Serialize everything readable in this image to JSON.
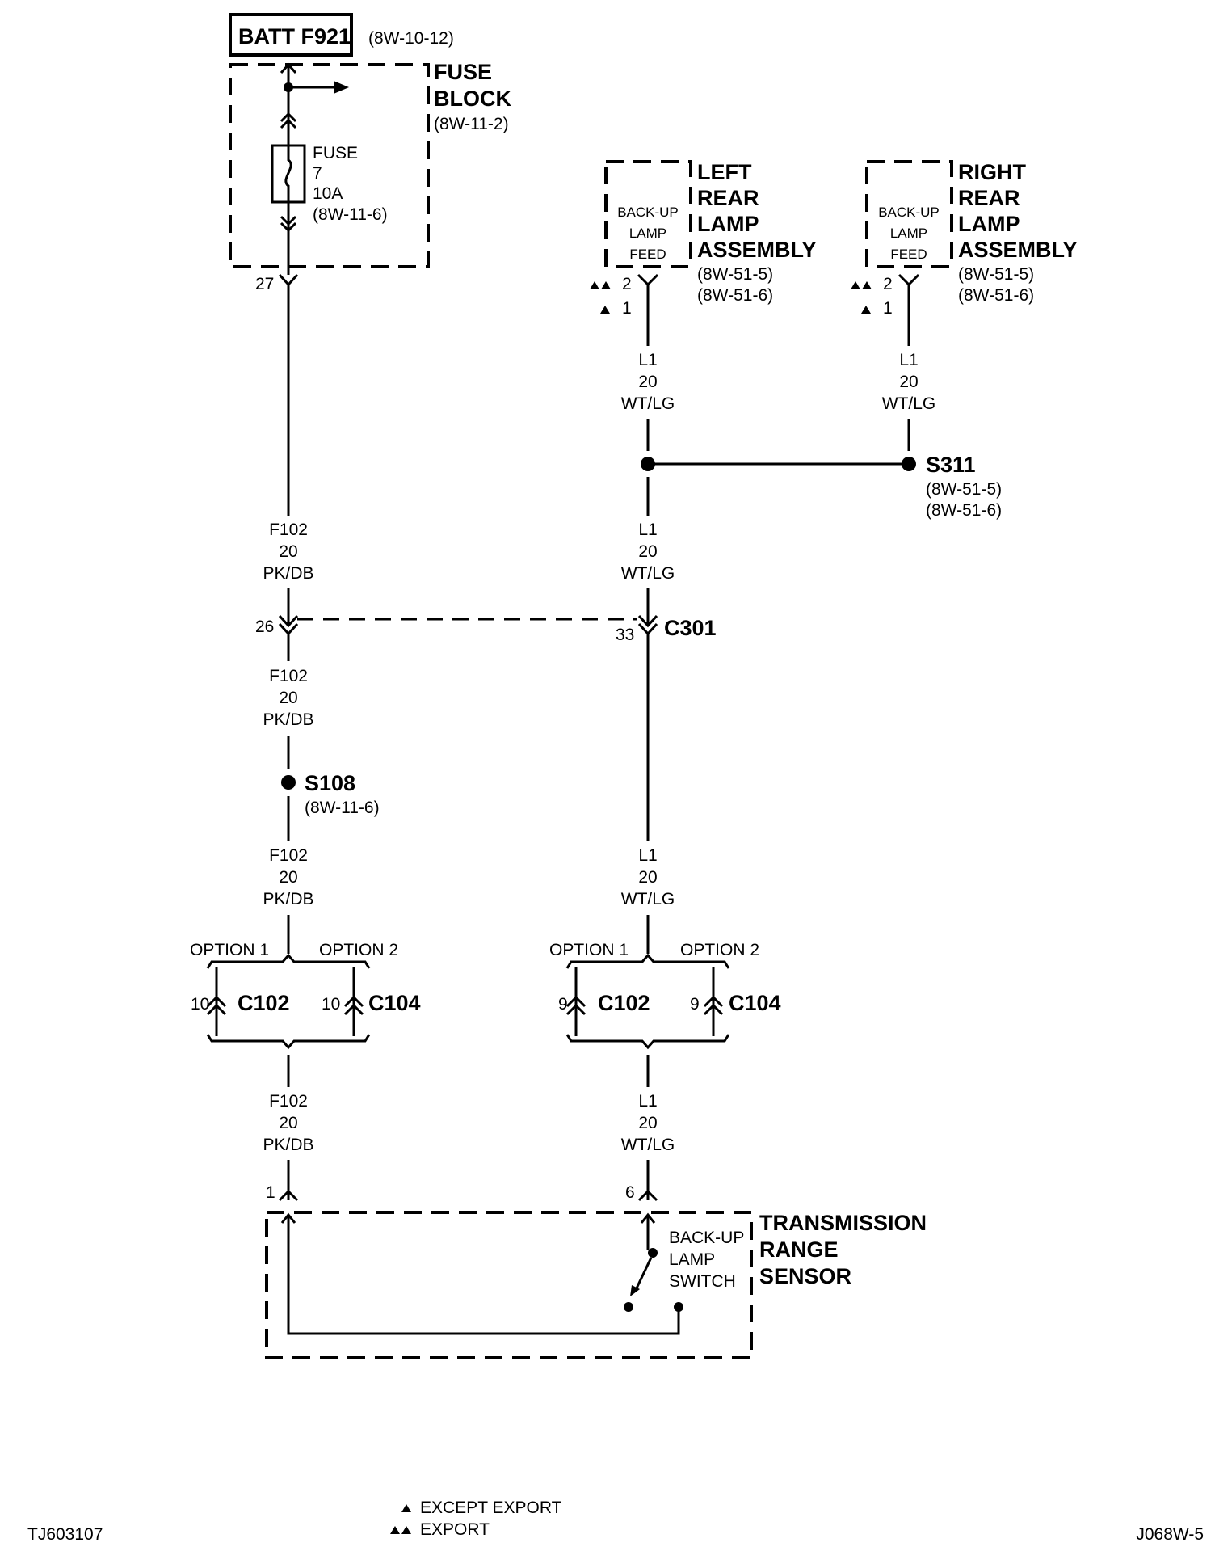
{
  "header": {
    "batt_label": "BATT F921",
    "batt_ref": "(8W-10-12)"
  },
  "fuse_block": {
    "title_line1": "FUSE",
    "title_line2": "BLOCK",
    "ref": "(8W-11-2)",
    "fuse_line1": "FUSE",
    "fuse_line2": "7",
    "fuse_line3": "10A",
    "fuse_line4": "(8W-11-6)",
    "pin": "27"
  },
  "left_lamp": {
    "feed_line1": "BACK-UP",
    "feed_line2": "LAMP",
    "feed_line3": "FEED",
    "title_line1": "LEFT",
    "title_line2": "REAR",
    "title_line3": "LAMP",
    "title_line4": "ASSEMBLY",
    "ref1": "(8W-51-5)",
    "ref2": "(8W-51-6)",
    "pin_export": "2",
    "pin_except": "1"
  },
  "right_lamp": {
    "feed_line1": "BACK-UP",
    "feed_line2": "LAMP",
    "feed_line3": "FEED",
    "title_line1": "RIGHT",
    "title_line2": "REAR",
    "title_line3": "LAMP",
    "title_line4": "ASSEMBLY",
    "ref1": "(8W-51-5)",
    "ref2": "(8W-51-6)",
    "pin_export": "2",
    "pin_except": "1"
  },
  "wires": {
    "f102": {
      "circuit": "F102",
      "gauge": "20",
      "color": "PK/DB"
    },
    "l1": {
      "circuit": "L1",
      "gauge": "20",
      "color": "WT/LG"
    }
  },
  "splices": {
    "s311": {
      "name": "S311",
      "ref1": "(8W-51-5)",
      "ref2": "(8W-51-6)"
    },
    "s108": {
      "name": "S108",
      "ref": "(8W-11-6)"
    }
  },
  "c301": {
    "name": "C301",
    "pin_left": "26",
    "pin_right": "33"
  },
  "options": {
    "option1": "OPTION 1",
    "option2": "OPTION 2",
    "c102": "C102",
    "c104": "C104",
    "left_pin_c102": "10",
    "left_pin_c104": "10",
    "right_pin_c102": "9",
    "right_pin_c104": "9"
  },
  "sensor": {
    "title_line1": "TRANSMISSION",
    "title_line2": "RANGE",
    "title_line3": "SENSOR",
    "switch_line1": "BACK-UP",
    "switch_line2": "LAMP",
    "switch_line3": "SWITCH",
    "pin_left": "1",
    "pin_right": "6"
  },
  "legend": {
    "except_export": "EXCEPT EXPORT",
    "export": "EXPORT"
  },
  "footer": {
    "left_code": "TJ603107",
    "right_code": "J068W-5"
  }
}
